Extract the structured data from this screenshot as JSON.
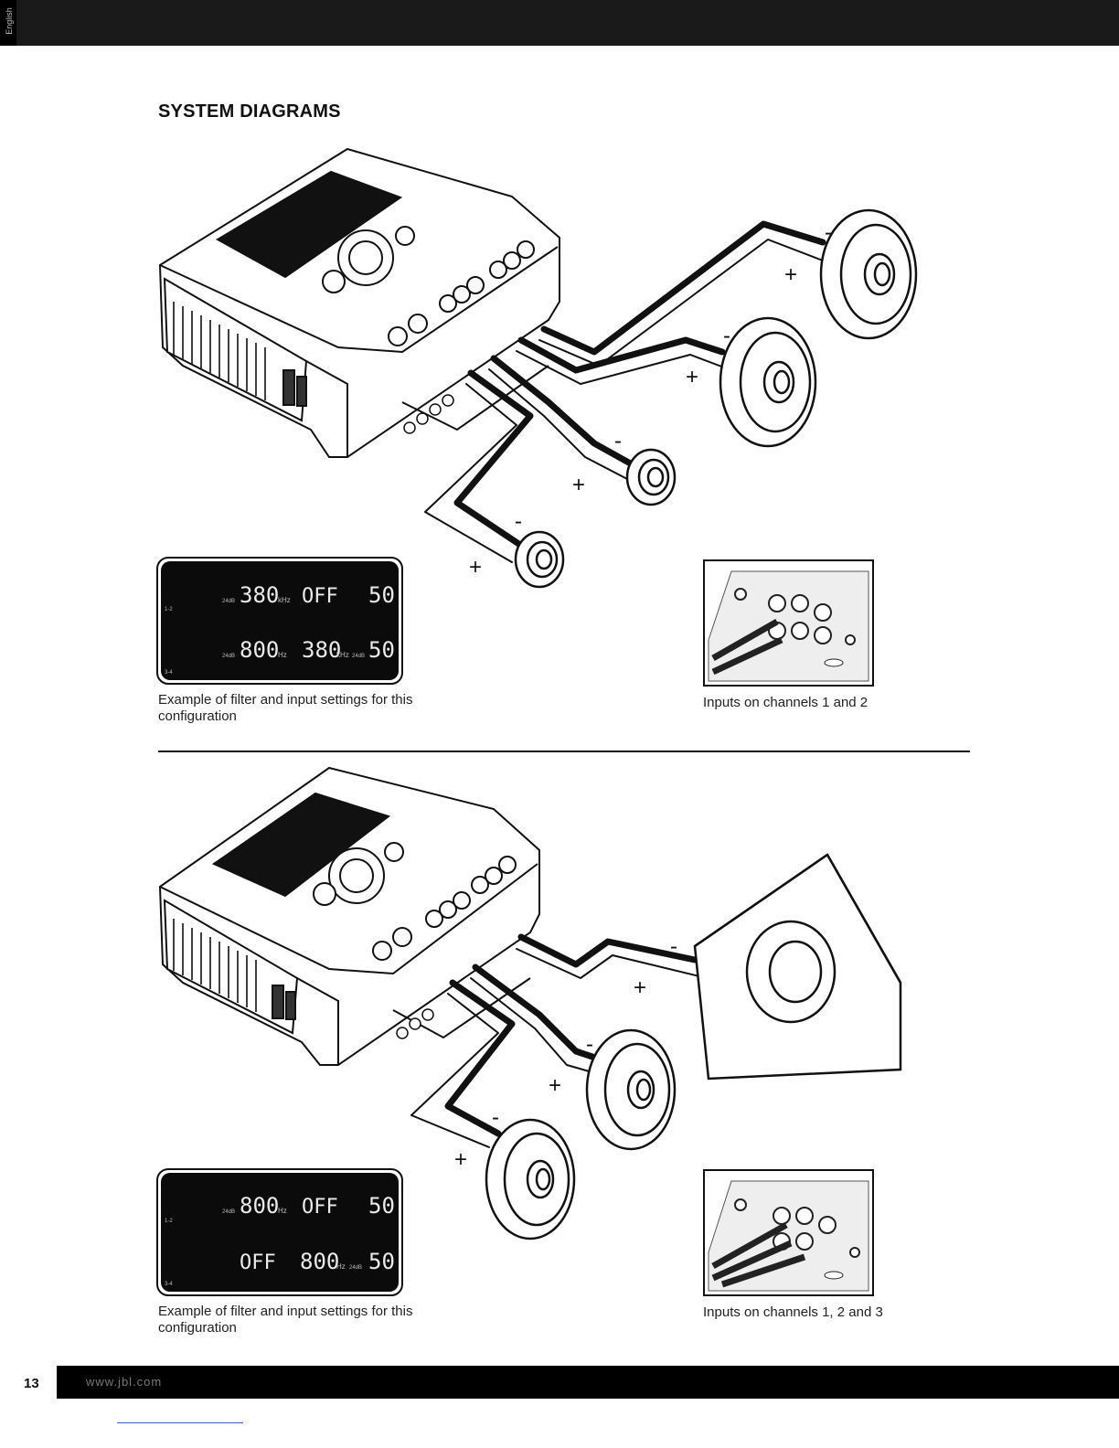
{
  "header": {
    "language_tab": "English"
  },
  "section_title": "SYSTEM DIAGRAMS",
  "diagram_1": {
    "polarity_plus": "+",
    "polarity_minus": "-",
    "lcd": {
      "row1": {
        "slope": "24dB",
        "value_a": "380",
        "unit_a": "kHz",
        "value_b": "OFF",
        "level": "50"
      },
      "row2": {
        "slope": "24dB",
        "value_a": "800",
        "unit_a": "Hz",
        "value_b": "380",
        "unit_b": "kHz",
        "slope_b": "24dB",
        "level": "50"
      },
      "ch_12": "1-2",
      "ch_34": "3-4"
    },
    "caption_left": "Example of filter and input settings for this configuration",
    "caption_right": "Inputs on channels 1 and 2"
  },
  "diagram_2": {
    "polarity_plus": "+",
    "polarity_minus": "-",
    "lcd": {
      "row1": {
        "slope": "24dB",
        "value_a": "800",
        "unit_a": "Hz",
        "value_b": "OFF",
        "level": "50"
      },
      "row2": {
        "value_a": "OFF",
        "value_b": "800",
        "unit_b": "Hz",
        "slope_b": "24dB",
        "level": "50"
      },
      "ch_12": "1-2",
      "ch_34": "3-4"
    },
    "caption_left": "Example of filter and input settings for this configuration",
    "caption_right": "Inputs on channels 1, 2 and 3"
  },
  "footer": {
    "page_number": "13",
    "url": "www.jbl.com"
  }
}
